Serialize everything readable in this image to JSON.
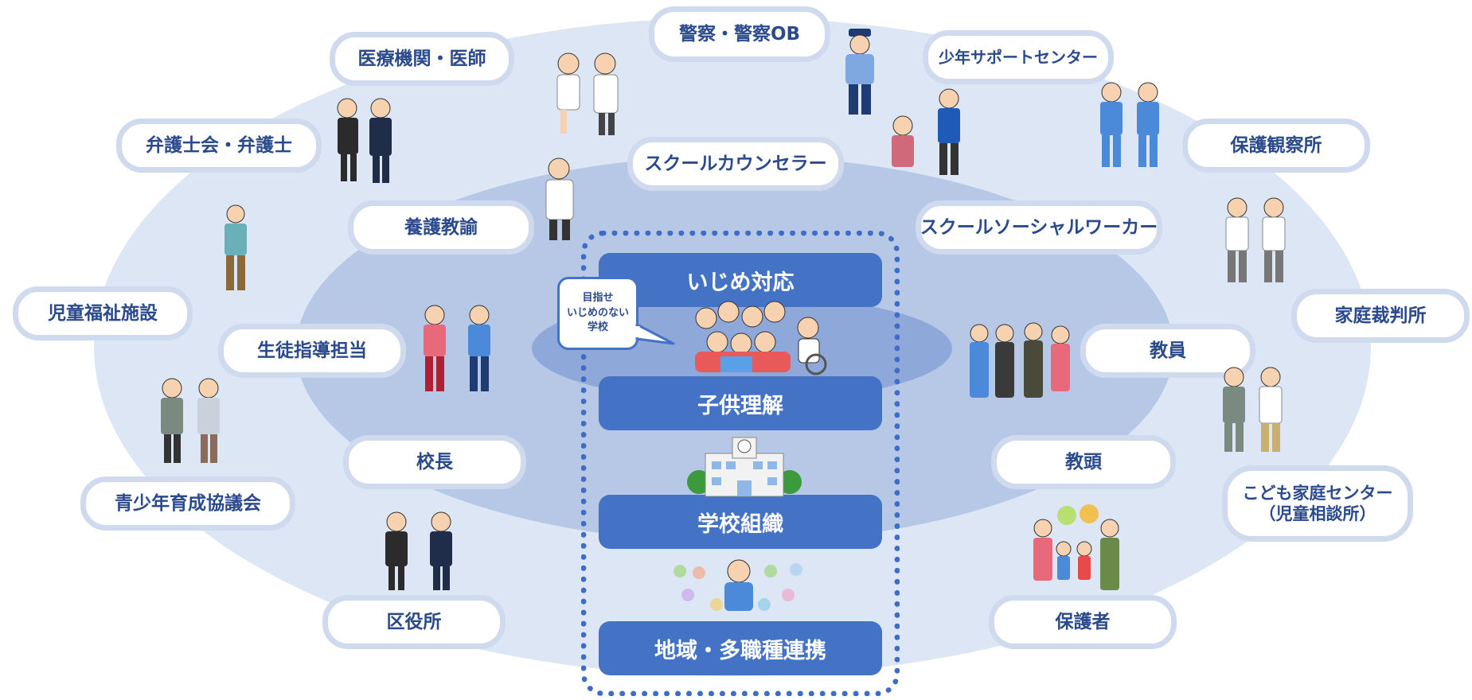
{
  "center": {
    "speech": [
      "目指せ",
      "いじめのない",
      "学校"
    ],
    "bars": [
      "いじめ対応",
      "子供理解",
      "学校組織",
      "地域・多職種連携"
    ]
  },
  "inner_ring": {
    "left": [
      "養護教諭",
      "生徒指導担当",
      "校長",
      "区役所"
    ],
    "top": [
      "スクールカウンセラー",
      "スクールソーシャルワーカー"
    ],
    "right": [
      "教員",
      "教頭",
      "保護者"
    ]
  },
  "outer_ring": {
    "top": [
      "医療機関・医師",
      "警察・警察OB",
      "少年サポートセンター"
    ],
    "left": [
      "弁護士会・弁護士",
      "児童福祉施設",
      "青少年育成協議会"
    ],
    "right": [
      "保護観察所",
      "家庭裁判所"
    ],
    "right_multiline": [
      "こども家庭センター",
      "（児童相談所）"
    ]
  },
  "colors": {
    "outer": "#dde6f4",
    "middle": "#b7c8e7",
    "inner": "#8ea8da",
    "bar": "#4472c4",
    "label_text": "#2a4a8c"
  }
}
